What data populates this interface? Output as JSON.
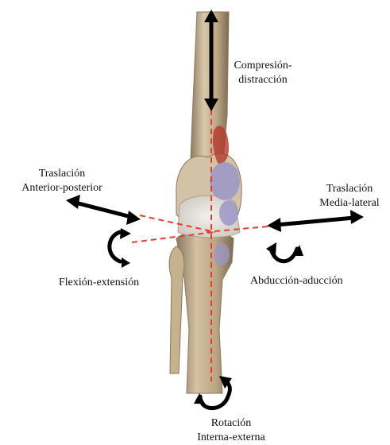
{
  "labels": {
    "compression_line1": "Compresión-",
    "compression_line2": "distracción",
    "anterior_line1": "Traslación",
    "anterior_line2": "Anterior-posterior",
    "medial_line1": "Traslación",
    "medial_line2": "Media-lateral",
    "flexion": "Flexión-extensión",
    "abduction": "Abducción-aducción",
    "rotation_line1": "Rotación",
    "rotation_line2": "Interna-externa"
  },
  "colors": {
    "arrow": "#000000",
    "axis": "#e53b33",
    "bone": "#cdbb9d",
    "bone_shadow": "#a69374",
    "cartilage": "#9c96c8",
    "muscle": "#b33a2d"
  },
  "icons": {
    "double_arrow": "double-headed-arrow-icon",
    "rotation_arrow": "curved-rotation-arrow-icon"
  }
}
